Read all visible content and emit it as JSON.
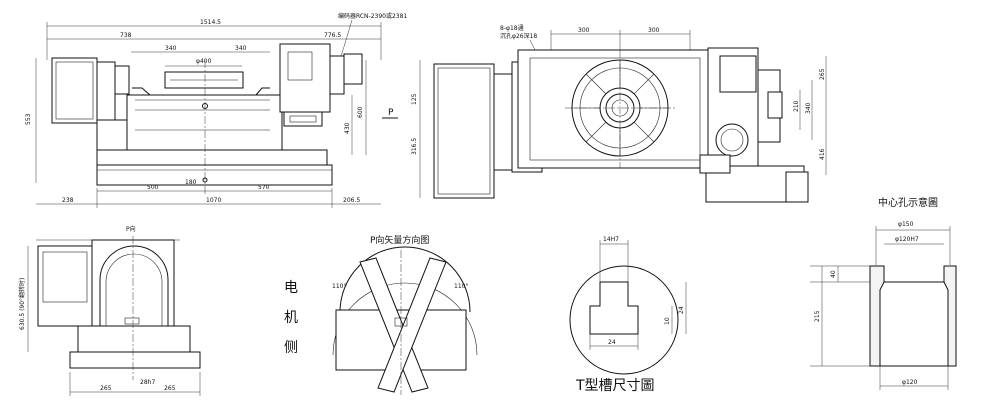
{
  "drawing": {
    "top_left": {
      "dims": {
        "overall": "1514.5",
        "seg_a": "738",
        "seg_b": "776.5",
        "seg_c": "340",
        "seg_d": "340",
        "table_dia": "φ400",
        "height_total": "553",
        "height_a": "600",
        "height_b": "430",
        "bottom_a": "238",
        "bottom_b": "1070",
        "bottom_c": "206.5",
        "mid_a": "500",
        "mid_b": "570",
        "small_dim": "180",
        "encoder": "编码器RCN-2390或2381"
      },
      "view_mark": "P"
    },
    "top_right": {
      "dims": {
        "holes": "8-φ18通",
        "counterbore": "沉孔φ26深18",
        "w_left": "300",
        "w_right": "300",
        "h_total": "265",
        "h_a": "340",
        "h_b": "210",
        "h_c": "125",
        "h_d": "316.5",
        "h_e": "416"
      }
    },
    "bottom_left": {
      "title": "P向",
      "dims": {
        "side": "630.5 (90°翻转时)",
        "w_a": "265",
        "w_b": "28h7",
        "w_c": "265"
      }
    },
    "vector_view": {
      "title": "P向矢量方向图",
      "angle_left": "110°",
      "angle_right": "110°",
      "motor_side": [
        "电",
        "机",
        "侧"
      ]
    },
    "t_slot": {
      "title": "T型槽尺寸圖",
      "top_w": "14H7",
      "h_a": "10",
      "h_b": "24",
      "bottom_w": "24"
    },
    "center_hole": {
      "title": "中心孔示意圖",
      "d_top": "φ150",
      "d_mid": "φ120H7",
      "depth_a": "40",
      "depth_total": "215",
      "d_bottom": "φ120"
    }
  }
}
